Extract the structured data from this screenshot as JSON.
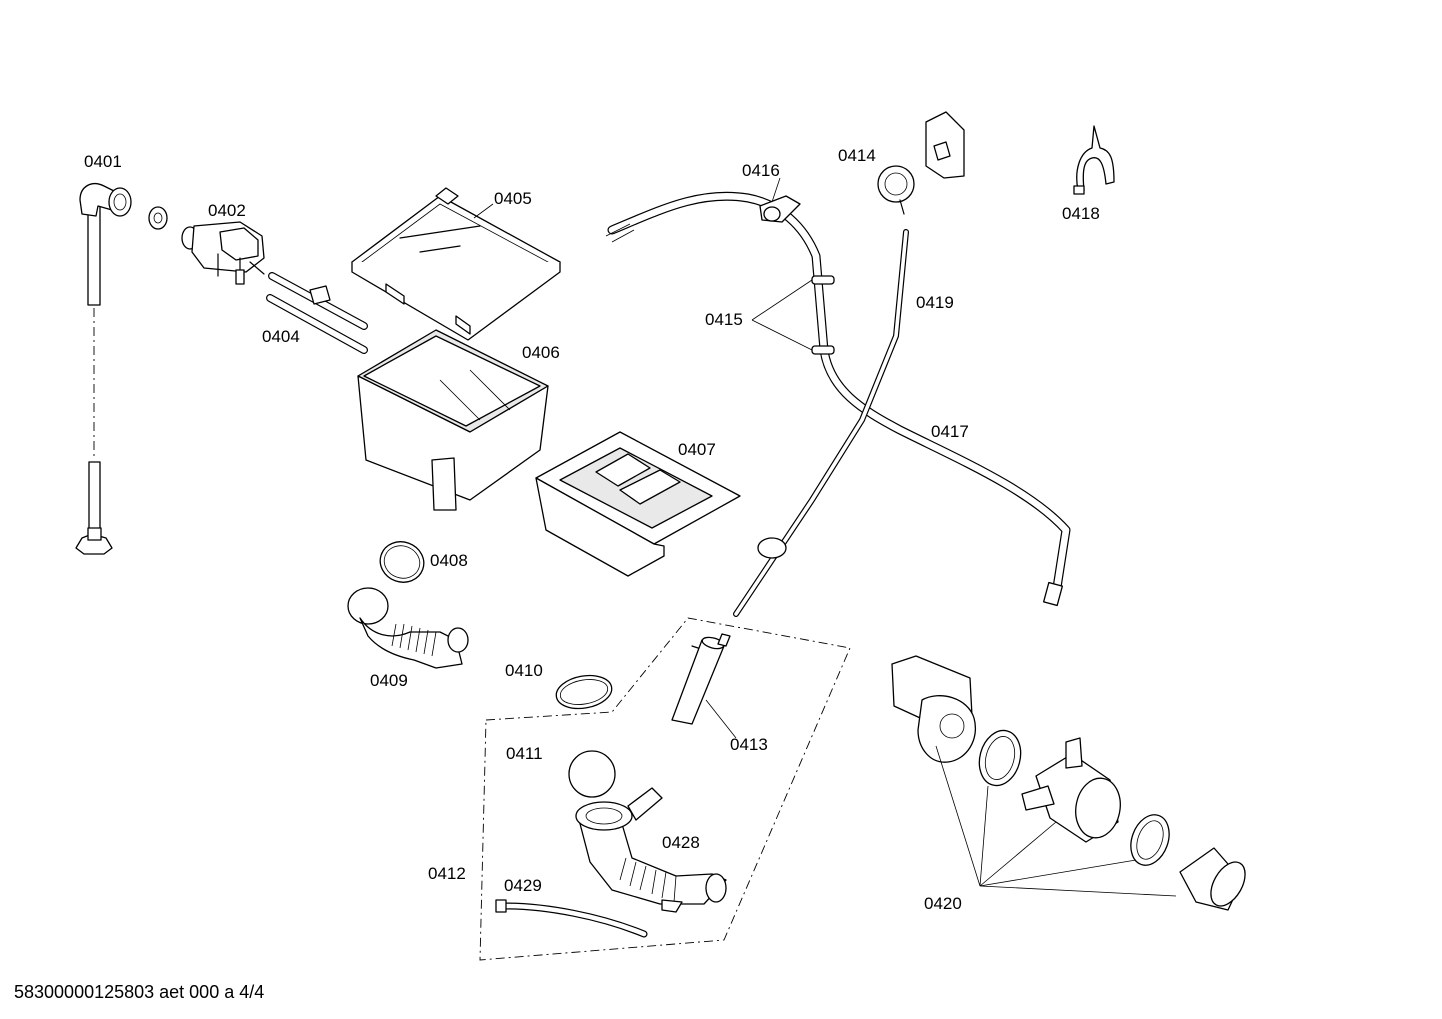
{
  "labels": {
    "p0401": "0401",
    "p0402": "0402",
    "p0404": "0404",
    "p0405": "0405",
    "p0406": "0406",
    "p0407": "0407",
    "p0408": "0408",
    "p0409": "0409",
    "p0410": "0410",
    "p0411": "0411",
    "p0412": "0412",
    "p0413": "0413",
    "p0414": "0414",
    "p0415": "0415",
    "p0416": "0416",
    "p0417": "0417",
    "p0418": "0418",
    "p0419": "0419",
    "p0420": "0420",
    "p0428": "0428",
    "p0429": "0429"
  },
  "footer": {
    "document_id": "58300000125803 aet 000 a 4/4"
  }
}
